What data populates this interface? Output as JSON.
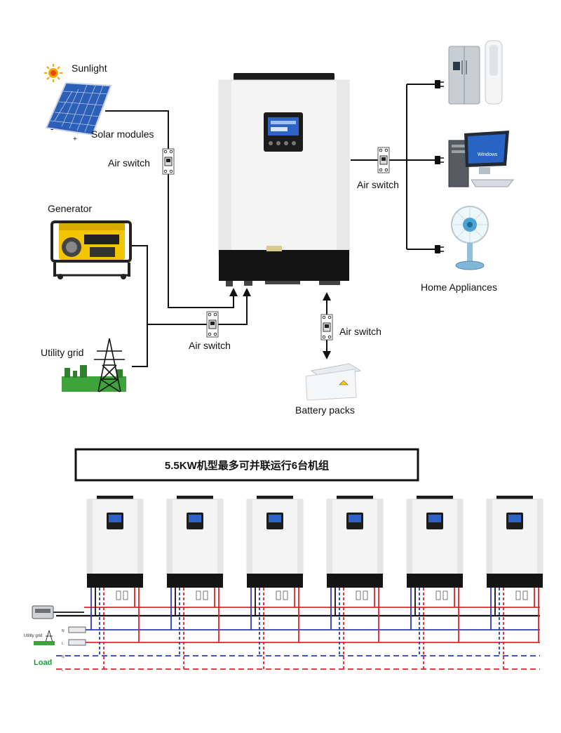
{
  "labels": {
    "sunlight": "Sunlight",
    "solar_modules": "Solar modules",
    "generator": "Generator",
    "utility_grid": "Utility grid",
    "air_switch": "Air switch",
    "battery_packs": "Battery packs",
    "home_appliances": "Home Appliances"
  },
  "panel_polarity": {
    "minus": "-",
    "plus": "+"
  },
  "windows_text": "Windows",
  "banner_title": "5.5KW机型最多可并联运行6台机组",
  "parallel": {
    "unit_count": 6,
    "side_labels": {
      "utility_grid": "Utility grid",
      "load": "Load",
      "n": "N",
      "l": "L"
    }
  },
  "colors": {
    "wire": "#111111",
    "red_wire": "#e0242b",
    "blue_wire": "#2a3cb8",
    "load_label": "#1e9e3a",
    "sun": "#f5a400",
    "panel_blue": "#2c5fb8",
    "generator_yellow": "#f3c400",
    "grass_green": "#3da33a"
  }
}
